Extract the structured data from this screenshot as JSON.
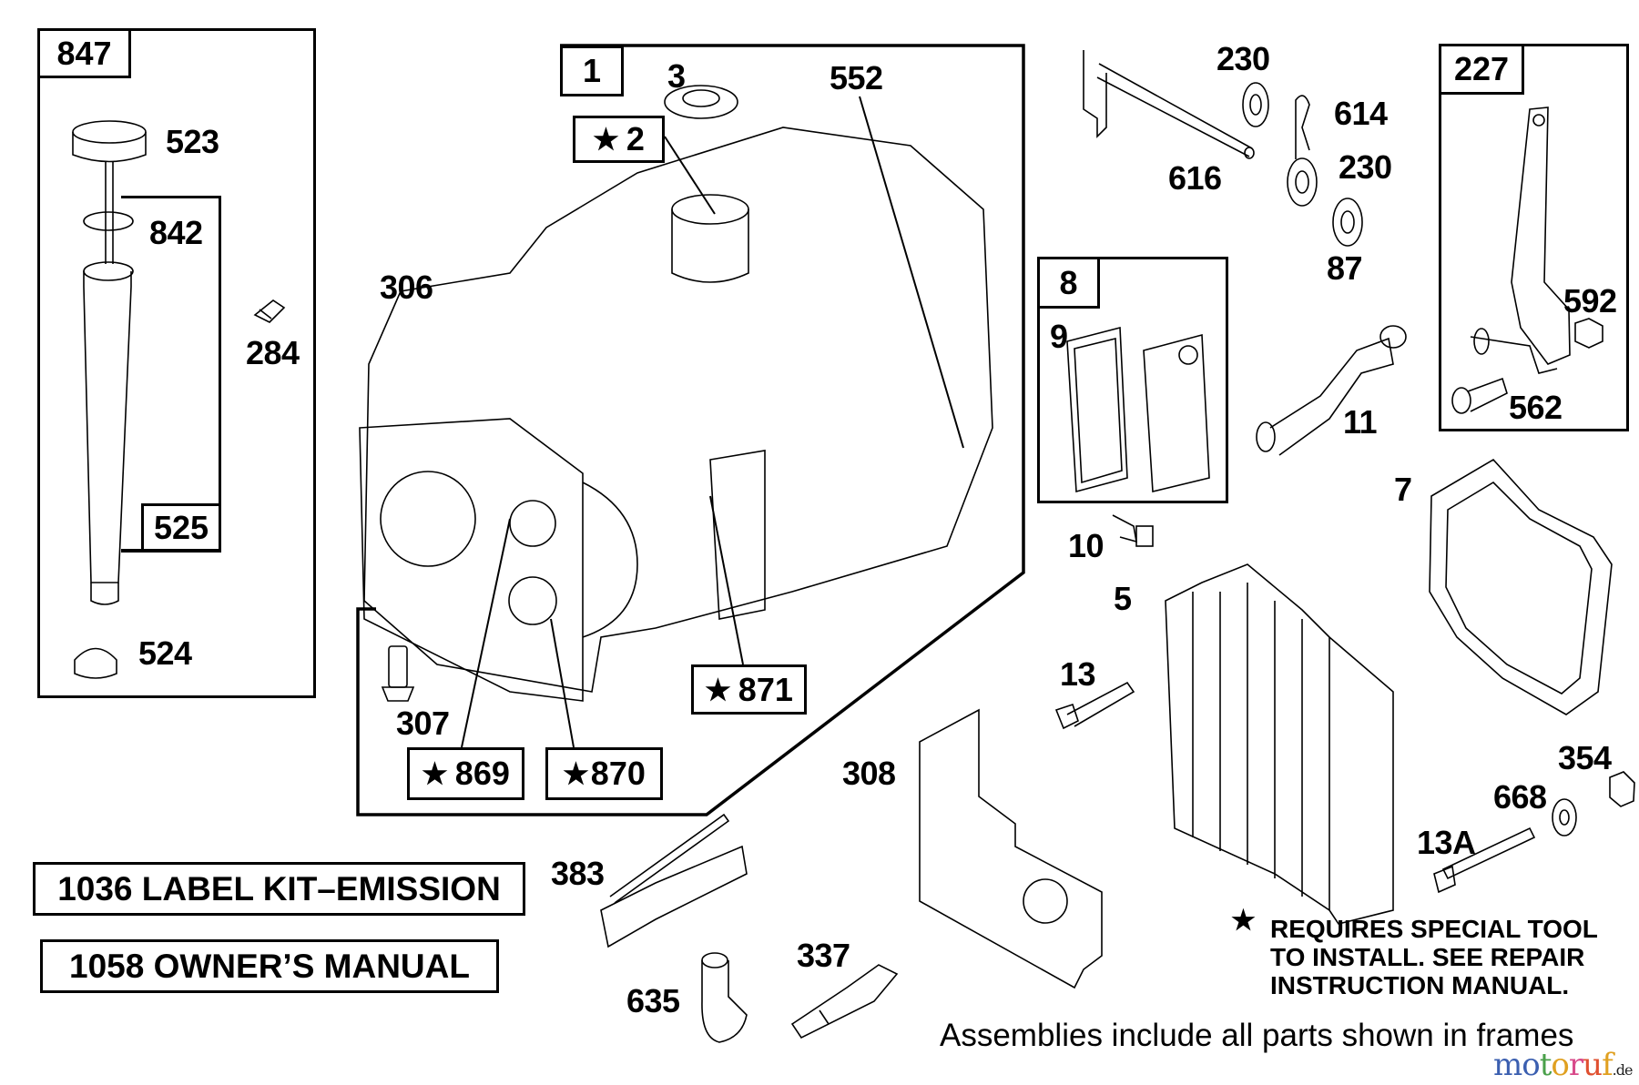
{
  "diagram": {
    "frames": [
      {
        "id": "847",
        "label": "847"
      },
      {
        "id": "842",
        "label": "842"
      },
      {
        "id": "1",
        "label": "1"
      },
      {
        "id": "8",
        "label": "8"
      },
      {
        "id": "227",
        "label": "227"
      }
    ],
    "boxed_labels": {
      "525": "525",
      "star2": "2",
      "star871": "871",
      "star869": "869",
      "star870": "870"
    },
    "star_glyph": "★",
    "part_labels": {
      "p523": "523",
      "p842": "842",
      "p284": "284",
      "p524": "524",
      "p3": "3",
      "p552": "552",
      "p306": "306",
      "p307": "307",
      "p230a": "230",
      "p614": "614",
      "p616": "616",
      "p230b": "230",
      "p87": "87",
      "p9": "9",
      "p11": "11",
      "p592": "592",
      "p562": "562",
      "p7": "7",
      "p10": "10",
      "p5": "5",
      "p13": "13",
      "p308": "308",
      "p354": "354",
      "p668": "668",
      "p13A": "13A",
      "p383": "383",
      "p635": "635",
      "p337": "337"
    },
    "kits": {
      "label_kit": "1036 LABEL KIT–EMISSION",
      "owners_manual": "1058 OWNER’S MANUAL"
    },
    "note": {
      "line1": "REQUIRES SPECIAL TOOL",
      "line2": "TO INSTALL.  SEE REPAIR",
      "line3": "INSTRUCTION MANUAL."
    },
    "footer": "Assemblies include all parts shown in frames",
    "watermark": {
      "letters": [
        "m",
        "o",
        "t",
        "o",
        "r",
        "u",
        "f"
      ],
      "colors": [
        "#3b5fb0",
        "#3b5fb0",
        "#4aa04a",
        "#e0a020",
        "#d84a8a",
        "#e05030",
        "#e0a020"
      ],
      "suffix": ".de"
    }
  }
}
